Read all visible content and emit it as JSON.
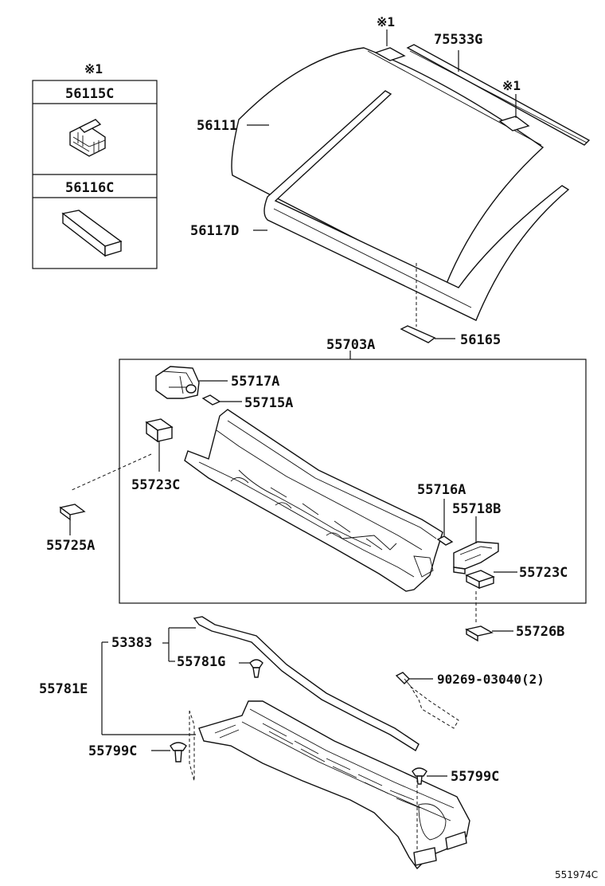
{
  "inset": {
    "note": "※1",
    "upper_part": "56115C",
    "lower_part": "56116C"
  },
  "labels": {
    "p_56111": "56111",
    "p_56117d": "56117D",
    "p_75533g": "75533G",
    "note_top": "※1",
    "note_right": "※1",
    "p_56165": "56165",
    "p_55703a": "55703A",
    "p_55717a": "55717A",
    "p_55715a": "55715A",
    "p_55723c_left": "55723C",
    "p_55725a": "55725A",
    "p_55716a": "55716A",
    "p_55718b": "55718B",
    "p_55723c_right": "55723C",
    "p_55726b": "55726B",
    "p_53383": "53383",
    "p_55781g": "55781G",
    "p_55781e": "55781E",
    "p_90269": "90269-03040(2)",
    "p_55799c_left": "55799C",
    "p_55799c_right": "55799C"
  },
  "diagram_code": "551974C"
}
